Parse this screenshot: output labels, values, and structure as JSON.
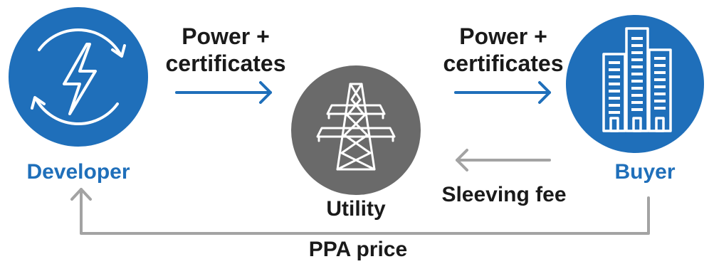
{
  "colors": {
    "blue": "#1f6fba",
    "gray": "#6a6a6a",
    "line_gray": "#a3a3a3",
    "text": "#1a1a1a"
  },
  "nodes": {
    "developer": {
      "label": "Developer",
      "icon": "lightning-cycle-icon"
    },
    "utility": {
      "label": "Utility",
      "icon": "power-pylon-icon"
    },
    "buyer": {
      "label": "Buyer",
      "icon": "buildings-icon"
    }
  },
  "flows": {
    "developer_to_utility": {
      "line1": "Power +",
      "line2": "certificates"
    },
    "utility_to_buyer": {
      "line1": "Power +",
      "line2": "certificates"
    },
    "buyer_to_utility": {
      "label": "Sleeving fee"
    },
    "buyer_to_developer": {
      "label": "PPA price"
    }
  }
}
